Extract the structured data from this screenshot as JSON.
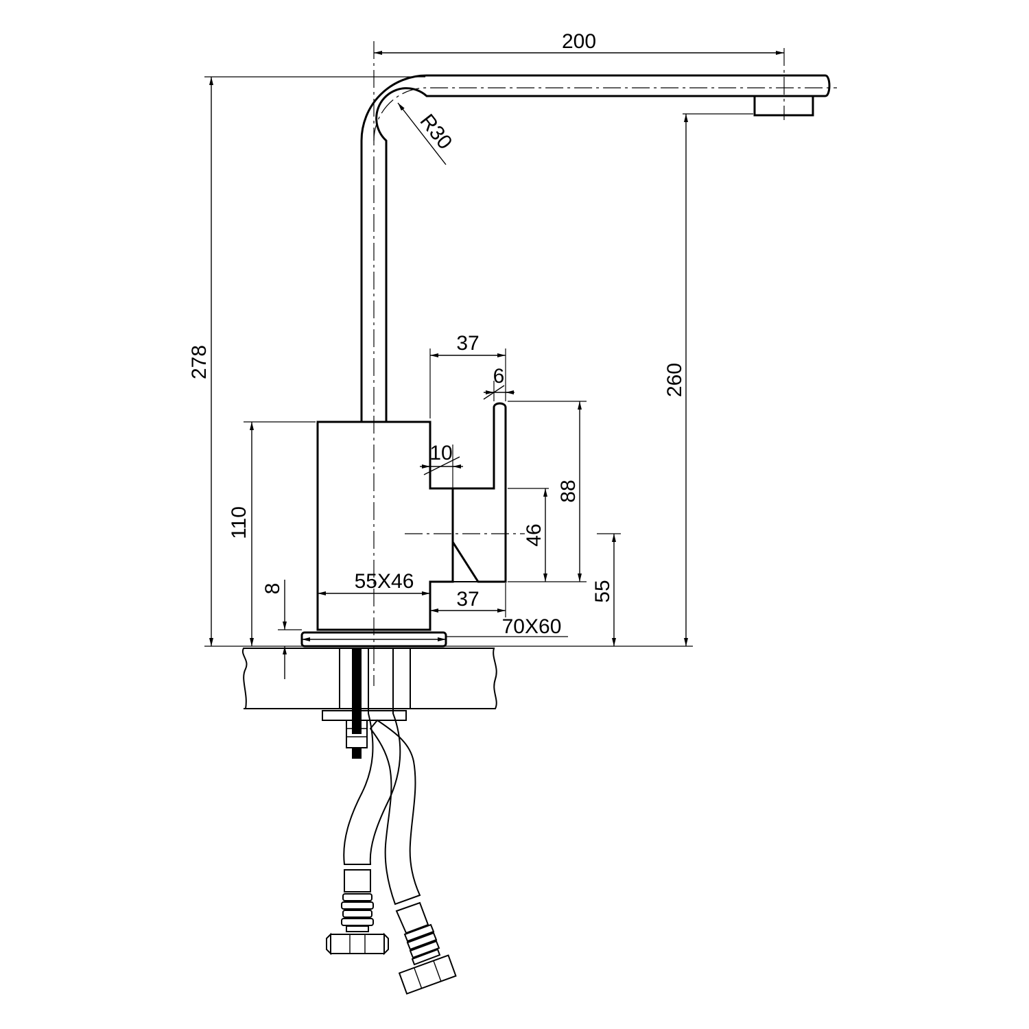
{
  "dimensions": {
    "spout_reach": "200",
    "total_height": "278",
    "spout_height": "260",
    "body_height": "110",
    "base_thickness": "8",
    "bend_radius": "R30",
    "handle_depth_top": "37",
    "handle_width": "6",
    "handle_step": "10",
    "handle_height": "88",
    "handle_lower": "46",
    "handle_base_height": "55",
    "body_section": "55X46",
    "handle_depth_bottom": "37",
    "base_plate": "70X60"
  }
}
